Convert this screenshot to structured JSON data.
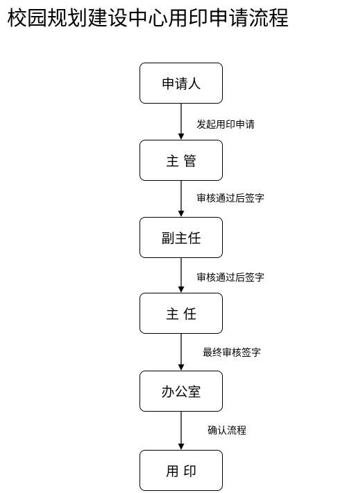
{
  "title": "校园规划建设中心用印申请流程",
  "flow": {
    "nodes": [
      {
        "id": "applicant",
        "label": "申请人"
      },
      {
        "id": "supervisor",
        "label": "主 管"
      },
      {
        "id": "deputy-director",
        "label": "副主任"
      },
      {
        "id": "director",
        "label": "主 任"
      },
      {
        "id": "office",
        "label": "办公室"
      },
      {
        "id": "stamp",
        "label": "用 印"
      }
    ],
    "edges": [
      {
        "from": "applicant",
        "to": "supervisor",
        "label": "发起用印申请"
      },
      {
        "from": "supervisor",
        "to": "deputy-director",
        "label": "审核通过后签字"
      },
      {
        "from": "deputy-director",
        "to": "director",
        "label": "审核通过后签字"
      },
      {
        "from": "director",
        "to": "office",
        "label": "最终审核签字"
      },
      {
        "from": "office",
        "to": "stamp",
        "label": "确认流程"
      }
    ]
  },
  "colors": {
    "stroke": "#000000",
    "node_fill": "#ffffff",
    "text": "#000000"
  }
}
